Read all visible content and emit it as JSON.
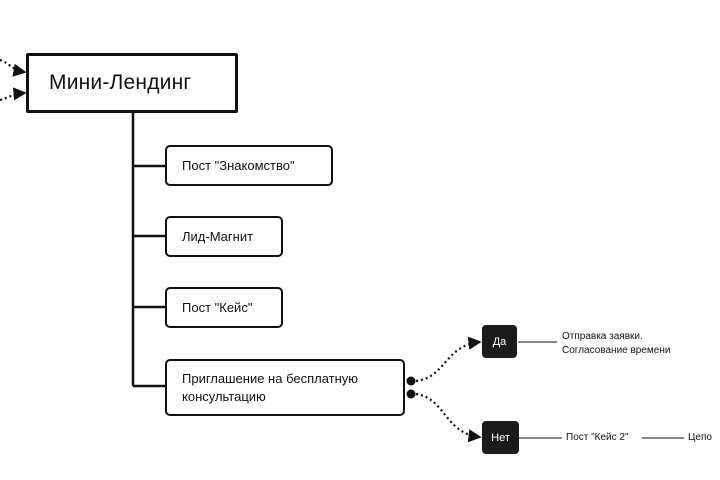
{
  "root": {
    "label": "Мини-Лендинг"
  },
  "steps": [
    {
      "label": "Пост \"Знакомство\""
    },
    {
      "label": "Лид-Магнит"
    },
    {
      "label": "Пост \"Кейс\""
    },
    {
      "label": "Приглашение на бесплатную консультацию"
    }
  ],
  "branches": {
    "yes": {
      "label": "Да",
      "note_line1": "Отправка заявки.",
      "note_line2": "Согласование времени"
    },
    "no": {
      "label": "Нет",
      "next_label": "Пост \"Кейс 2\"",
      "next2_label": "Цепо"
    }
  }
}
